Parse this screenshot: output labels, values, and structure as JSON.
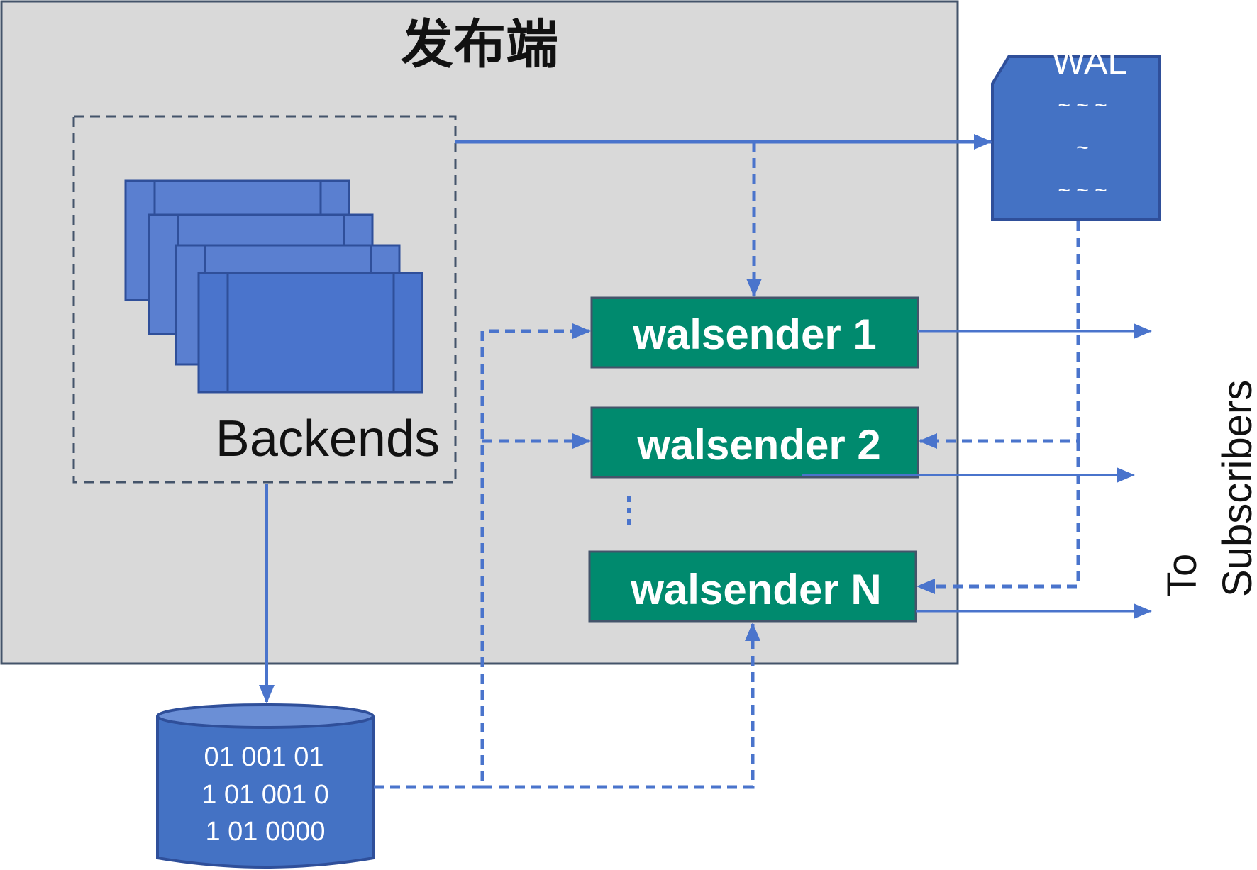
{
  "publisher": {
    "title": "发布端"
  },
  "backends": {
    "label": "Backends"
  },
  "wal": {
    "label": "WAL",
    "lines": [
      "~ ~ ~",
      "~",
      "~ ~ ~"
    ]
  },
  "walsenders": [
    {
      "label": "walsender 1"
    },
    {
      "label": "walsender 2"
    },
    {
      "label": "walsender N"
    }
  ],
  "ellipsis": "⋮",
  "database": {
    "lines": [
      "01 001 01",
      "1 01 001 0",
      "1 01 0000"
    ]
  },
  "subscribers": {
    "line1": "To",
    "line2": "Subscribers"
  },
  "colors": {
    "panel": "#d9d9d9",
    "panel_border": "#44546a",
    "blue": "#4472c4",
    "green": "#008a6e",
    "arrow": "#4a74cc"
  }
}
